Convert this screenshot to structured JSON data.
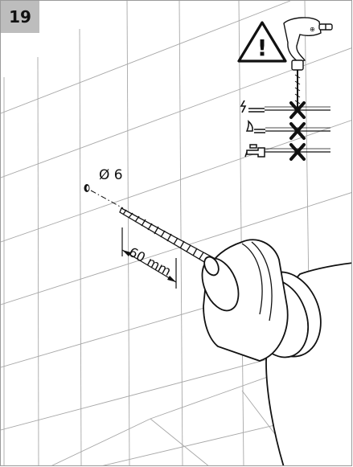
{
  "step": {
    "number": "19"
  },
  "labels": {
    "diameter": "Ø 6",
    "depth": "60 mm"
  },
  "warning": {
    "symbol": "!",
    "icon": "warning-triangle-icon",
    "hazards": [
      {
        "icon": "electric-cable-icon",
        "status": "forbidden"
      },
      {
        "icon": "gas-pipe-icon",
        "status": "forbidden"
      },
      {
        "icon": "water-pipe-icon",
        "status": "forbidden"
      }
    ]
  },
  "colors": {
    "badge": "#bdbdbd",
    "ink": "#111111",
    "grid": "#9c9c9c",
    "frame": "#9a9a9a"
  }
}
